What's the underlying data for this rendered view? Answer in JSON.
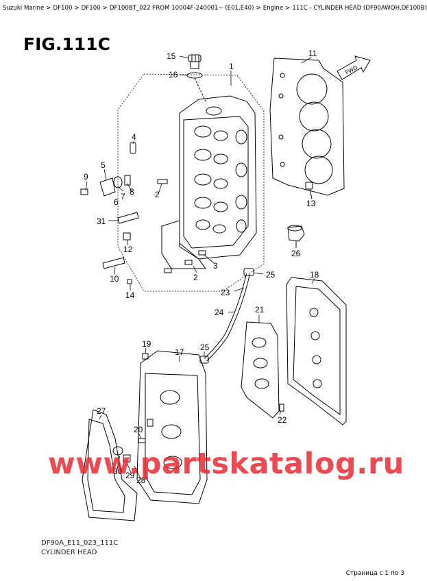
{
  "breadcrumb": [
    "Suzuki Marine",
    "DF100",
    "DF100",
    "DF100BT_022 FROM 10004F-240001~ (E01,E40)",
    "Engine",
    "111C - CYLINDER HEAD (DF90AWQH,DF100B)"
  ],
  "breadcrumb_sep": ">",
  "figure": {
    "title": "FIG.111C",
    "code": "DF90A_E11_023_111C",
    "subtitle": "CYLINDER HEAD"
  },
  "fwd_label": "FWD",
  "watermark": "www.partskatalog.ru",
  "pagination": "Страница с 1 по 3",
  "callouts": [
    "1",
    "2",
    "2",
    "3",
    "4",
    "5",
    "6",
    "7",
    "8",
    "9",
    "10",
    "11",
    "12",
    "13",
    "14",
    "15",
    "16",
    "17",
    "18",
    "19",
    "20",
    "21",
    "22",
    "23",
    "24",
    "25",
    "25",
    "26",
    "27",
    "28",
    "29",
    "30",
    "31"
  ]
}
